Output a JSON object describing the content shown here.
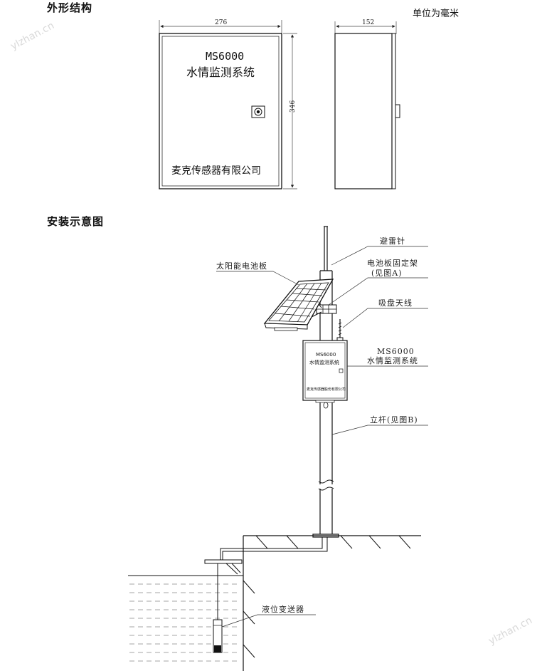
{
  "section_exterior": "外形结构",
  "unit_note": "单位为毫米",
  "front_view": {
    "width_dim": "276",
    "height_dim": "346",
    "model": "MS6000",
    "system_name": "水情监测系统",
    "company": "麦克传感器有限公司"
  },
  "side_view": {
    "depth_dim": "152"
  },
  "section_install": "安装示意图",
  "install": {
    "lightning_rod": "避雷针",
    "solar_panel": "太阳能电池板",
    "panel_bracket": "电池板固定架",
    "panel_bracket_ref": "(见图A)",
    "antenna": "吸盘天线",
    "device_model": "MS6000",
    "device_name": "水情监测系统",
    "device_company_small": "麦克传感器股份有限公司",
    "pole": "立杆(见图B)",
    "transmitter": "液位变送器"
  },
  "watermark": "ylzhan.cn"
}
